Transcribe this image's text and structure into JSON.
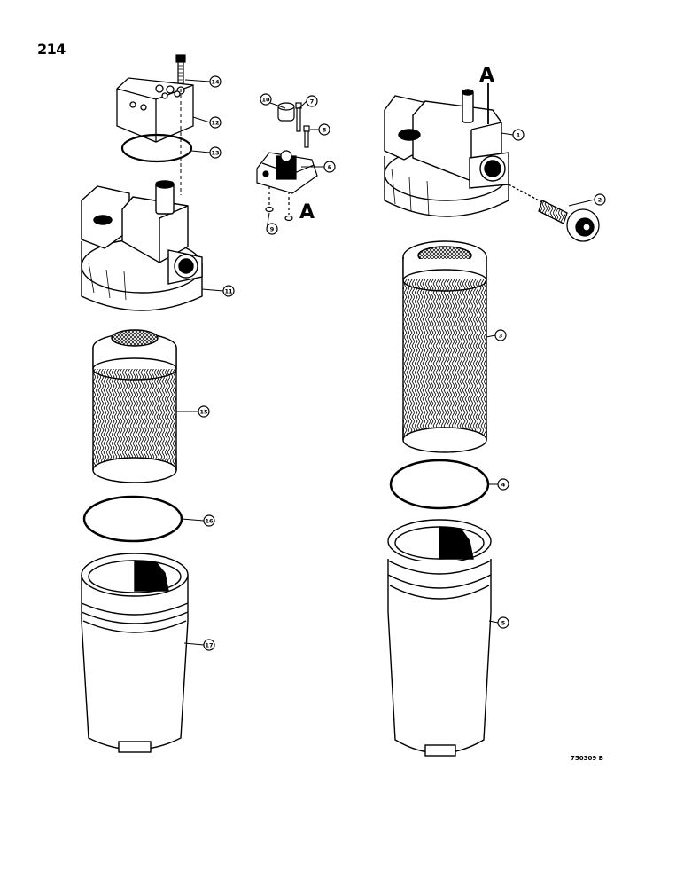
{
  "page_number": "214",
  "figure_code": "750309 B",
  "section_marker": "A",
  "callouts": [
    "1",
    "2",
    "3",
    "4",
    "5",
    "6",
    "7",
    "8",
    "9",
    "10",
    "11",
    "12",
    "13",
    "14",
    "15",
    "16",
    "17"
  ]
}
